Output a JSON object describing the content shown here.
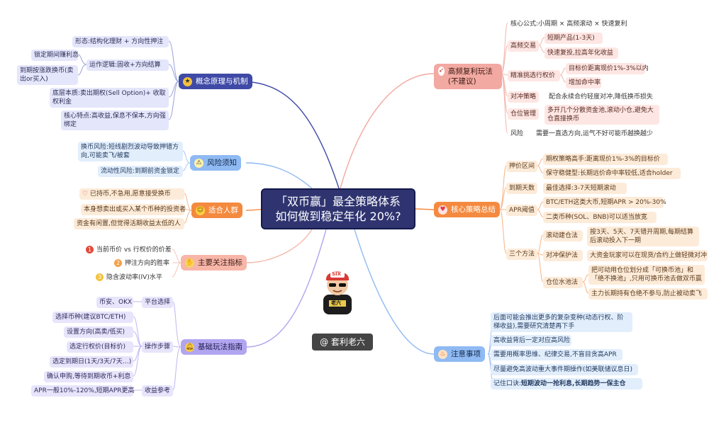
{
  "central": {
    "line1": "「双币赢」最全策略体系",
    "line2": "如何做到稳定年化 20%?"
  },
  "author": "@ 套利老六",
  "avatar": {
    "cap_text": "SIX",
    "shirt_text": "老六"
  },
  "branches": {
    "concept": {
      "title": "概念原理与机制",
      "form": "形态:结构化理财 + 方向性押注",
      "logic": "运作逻辑:固收+方向结算",
      "logic_sub": [
        "锁定期间赚利息",
        "到期按涨跌换币(卖出or买入)"
      ],
      "essence": "底层本质:卖出期权(Sell Option)+ 收取权利金",
      "core": "核心特点:高收益,保息不保本,方向强绑定"
    },
    "risk": {
      "title": "风险须知",
      "items": [
        "换币风险:短线剧烈波动导致押错方向,可能卖飞/被套",
        "流动性风险:到期前资金锁定"
      ]
    },
    "audience": {
      "title": "适合人群",
      "items": [
        "已持币,不急用,愿意接受换币",
        "本身想卖出或买入某个币种的投资者",
        "资金有闲置,但觉得活期收益太低的人"
      ]
    },
    "indicators": {
      "title": "主要关注指标",
      "items": [
        "当前币价 vs 行权价的价差",
        "押注方向的胜率",
        "隐含波动率(IV)水平"
      ],
      "nums": [
        "1",
        "2",
        "3"
      ]
    },
    "guide": {
      "title": "基础玩法指南",
      "platform": "平台选择",
      "platform_sub": "币安、OKX",
      "steps": "操作步骤",
      "steps_sub": [
        "选择币种(建议BTC/ETH)",
        "设置方向(高卖/低买)",
        "选定行权价(目标价)",
        "选定到期日(1天/3天/7天…)",
        "确认申购,等待到期收币+利息"
      ],
      "yield": "收益参考",
      "yield_sub": "APR一般10%-120%,短期APR更高"
    },
    "compound": {
      "title": "高频复利玩法(不建议)",
      "formula": "核心公式:小周期 × 高频滚动 × 快速复利",
      "hf": "高频交易",
      "hf_sub": [
        "短期产品(1-3天)",
        "快速复投,拉高年化收益"
      ],
      "strike": "精准挑选行权价",
      "strike_sub": [
        "目标价距离现价1%-3%以内",
        "增加命中率"
      ],
      "hedge": "对冲策略",
      "hedge_sub": "配合永续合约轻度对冲,降低换币损失",
      "position": "仓位管理",
      "position_sub": "多开几个分散资金池,滚动小仓,避免大仓直接换币",
      "risk": "风险",
      "risk_sub": "需要一直选方向,运气不好可能币越换越少"
    },
    "strategy": {
      "title": "核心策略总结",
      "strike": "押价区间",
      "strike_sub": [
        "期权策略高手:距离现价1%-3%的目标价",
        "保守稳健型:长期远价命中率较低,适合holder"
      ],
      "days": "到期天数",
      "days_sub": "最佳选择:3-7天短期滚动",
      "apr": "APR阈值",
      "apr_sub": [
        "BTC/ETH这类大币,短期APR > 20%-30%",
        "二类币种(SOL、BNB)可以适当放宽"
      ],
      "three": "三个方法",
      "rolling": "滚动建仓法",
      "rolling_sub": "按3天、5天、7天错开周期,每期结算后滚动投入下一期",
      "hedge": "对冲保护法",
      "hedge_sub": "大资金玩家可以在现货/合约上做轻微对冲",
      "pool": "仓位水池法",
      "pool_sub": [
        "把可动用仓位划分成「可换币池」和「绝不换池」,只用可换币池去做双币赢",
        "主力长期持有仓绝不参与,防止被动卖飞"
      ]
    },
    "notes": {
      "title": "注意事项",
      "items": [
        "后面可能会推出更多的复杂变种(动态行权、阶梯收益),需要研究清楚再下手",
        "高收益背后一定对应高风险",
        "需要用概率思维、纪律交易,不盲目贪高APR",
        "尽量避免高波动重大事件期操作(如美联储议息日)"
      ],
      "motto_label": "记住口诀:",
      "motto": "短期波动一抢利息,长期趋势一保主仓"
    }
  },
  "colors": {
    "concept": "#3f4aa7",
    "risk": "#8fbaf3",
    "audience": "#f48a3f",
    "indicators": "#f7b6a8",
    "guide": "#b2a5f0",
    "compound": "#f2a9a1",
    "strategy": "#f48a3f",
    "notes": "#8fbaf3",
    "central": "#2f3470"
  },
  "icons": {
    "concept": "star-icon",
    "risk": "warning-icon",
    "audience": "smile-icon",
    "indicators": "hands-icon",
    "guide": "bell-icon",
    "compound": "rocket-icon",
    "strategy": "heart-icon",
    "notes": "fire-icon"
  }
}
